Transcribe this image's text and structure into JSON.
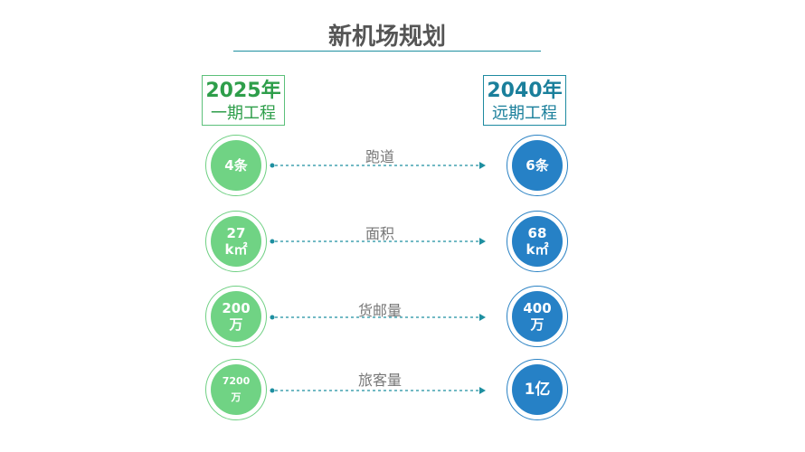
{
  "title": "新机场规划",
  "phases": {
    "left": {
      "year": "2025年",
      "name": "一期工程"
    },
    "right": {
      "year": "2040年",
      "name": "远期工程"
    }
  },
  "colors": {
    "green": "#70d384",
    "blue": "#2681c6",
    "teal": "#1e8fa0"
  },
  "rows": [
    {
      "label": "跑道",
      "left": "4条",
      "right": "6条"
    },
    {
      "label": "面积",
      "left": "27\nk㎡",
      "right": "68\nk㎡"
    },
    {
      "label": "货邮量",
      "left": "200\n万",
      "right": "400\n万"
    },
    {
      "label": "旅客量",
      "left": "7200\n万",
      "right": "1亿"
    }
  ]
}
